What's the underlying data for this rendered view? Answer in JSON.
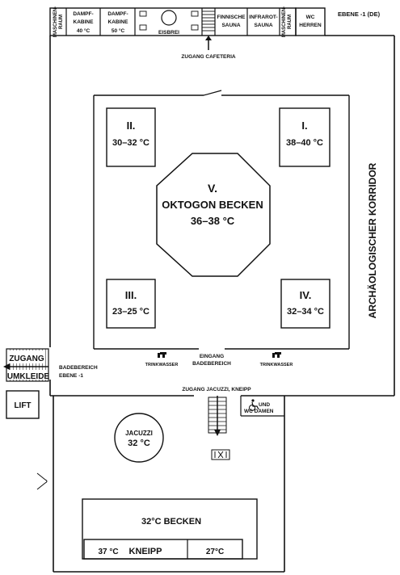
{
  "level_label": "EBENE -1 (DE)",
  "rooms_top": {
    "maschinenraum_left": [
      "MASCHINEN-",
      "RAUM"
    ],
    "dampf_40": [
      "DAMPF-",
      "KABINE",
      "40 °C"
    ],
    "dampf_50": [
      "DAMPF-",
      "KABINE",
      "50 °C"
    ],
    "eisbrei": "EISBREI",
    "finnische_sauna": [
      "FINNISCHE",
      "SAUNA"
    ],
    "infrarot_sauna": [
      "INFRAROT-",
      "SAUNA"
    ],
    "maschinenraum_right": [
      "MASCHINEN-",
      "RAUM"
    ],
    "wc_herren": [
      "WC",
      "HERREN"
    ]
  },
  "zugang_cafeteria": "ZUGANG CAFETERIA",
  "pools": {
    "I": {
      "num": "I.",
      "temp": "38–40 °C"
    },
    "II": {
      "num": "II.",
      "temp": "30–32 °C"
    },
    "III": {
      "num": "III.",
      "temp": "23–25 °C"
    },
    "IV": {
      "num": "IV.",
      "temp": "32–34 °C"
    },
    "V": {
      "num": "V.",
      "name": "OKTOGON BECKEN",
      "temp": "36–38 °C"
    }
  },
  "korridor": "ARCHÄOLOGISCHER KORRIDOR",
  "trinkwasser": "TRINKWASSER",
  "eingang_badebereich": [
    "EINGANG",
    "BADEBEREICH"
  ],
  "zugang_umkleide": [
    "ZUGANG",
    "UMKLEIDE"
  ],
  "badebereich_ebene": [
    "BADEBEREICH",
    "EBENE -1"
  ],
  "lift": "LIFT",
  "zugang_jacuzzi": "ZUGANG JACUZZI, KNEIPP",
  "wc_damen": [
    "UND",
    "WC DAMEN"
  ],
  "jacuzzi": {
    "name": "JACUZZI",
    "temp": "32 °C"
  },
  "becken_32": "32°C BECKEN",
  "kneipp": {
    "left_temp": "37 °C",
    "name": "KNEIPP",
    "right_temp": "27°C"
  },
  "icons": {
    "tap": "water-tap-icon",
    "wheelchair": "wheelchair-icon",
    "eisbrei": "ice-basin-icon",
    "sink": "sink-icon",
    "shower": "shower-icon",
    "door": "door-icon",
    "stairs": "stairs-icon"
  }
}
